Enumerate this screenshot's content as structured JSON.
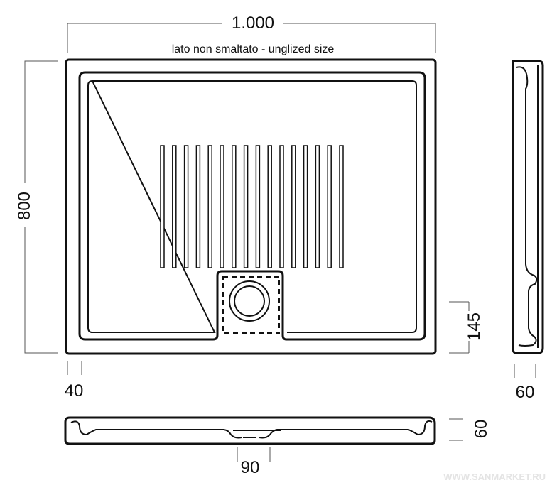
{
  "drawing": {
    "width_label": "1.000",
    "note": "lato non smaltato - unglized size",
    "height_label": "800",
    "drain_offset_label": "145",
    "rim_label": "40",
    "side_depth_label": "60",
    "front_depth_label": "60",
    "drain_width_label": "90",
    "slat_count": 16
  },
  "watermark": "WWW.SANMARKET.RU"
}
